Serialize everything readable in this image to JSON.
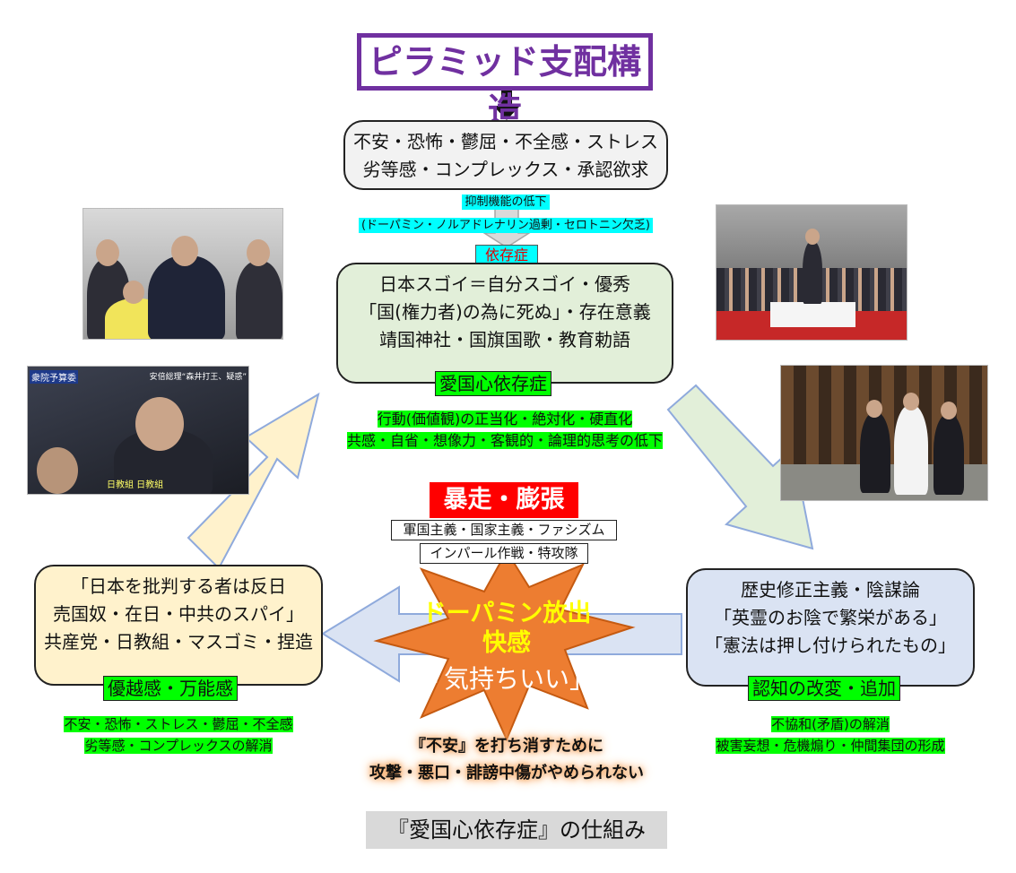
{
  "title": "ピラミッド支配構造",
  "top_box": {
    "line1": "不安・恐怖・鬱屈・不全感・ストレス",
    "line2": "劣等感・コンプレックス・承認欲求"
  },
  "suppression": {
    "line1": "抑制機能の低下",
    "line2": "(ドーパミン・ノルアドレナリン過剰・セロトニン欠乏)"
  },
  "dependency_label": "依存症",
  "center_box": {
    "line1": "日本スゴイ＝自分スゴイ・優秀",
    "line2": "「国(権力者)の為に死ぬ」・存在意義",
    "line3": "靖国神社・国旗国歌・教育勅語",
    "tag": "愛国心依存症"
  },
  "center_effects": {
    "line1": "行動(価値観)の正当化・絶対化・硬直化",
    "line2": "共感・自省・想像力・客観的・論理的思考の低下"
  },
  "runaway": {
    "label": "暴走・膨張",
    "line1": "軍国主義・国家主義・ファシズム",
    "line2": "インパール作戦・特攻隊"
  },
  "burst": {
    "line1": "ドーパミン放出",
    "line2": "快感",
    "line3": "「気持ちいい」"
  },
  "right_box": {
    "line1": "歴史修正主義・陰謀論",
    "line2": "「英霊のお陰で繁栄がある」",
    "line3": "「憲法は押し付けられたもの」",
    "tag": "認知の改変・追加"
  },
  "right_effects": {
    "line1": "不協和(矛盾)の解消",
    "line2": "被害妄想・危機煽り・仲間集団の形成"
  },
  "left_box": {
    "line1": "「日本を批判する者は反日",
    "line2": "売国奴・在日・中共のスパイ」",
    "line3": "共産党・日教組・マスゴミ・捏造",
    "tag": "優越感・万能感"
  },
  "left_effects": {
    "line1": "不安・恐怖・ストレス・鬱屈・不全感",
    "line2": "劣等感・コンプレックスの解消"
  },
  "bottom_glow": {
    "line1": "『不安』を打ち消すために",
    "line2": "攻撃・悪口・誹謗中傷がやめられない"
  },
  "footer": "『愛国心依存症』の仕組み",
  "photo3": {
    "caption_tl": "衆院予算委",
    "caption_tr": "安倍総理“森井打王、疑惑”",
    "caption_bottom": "日教組 日教組"
  }
}
